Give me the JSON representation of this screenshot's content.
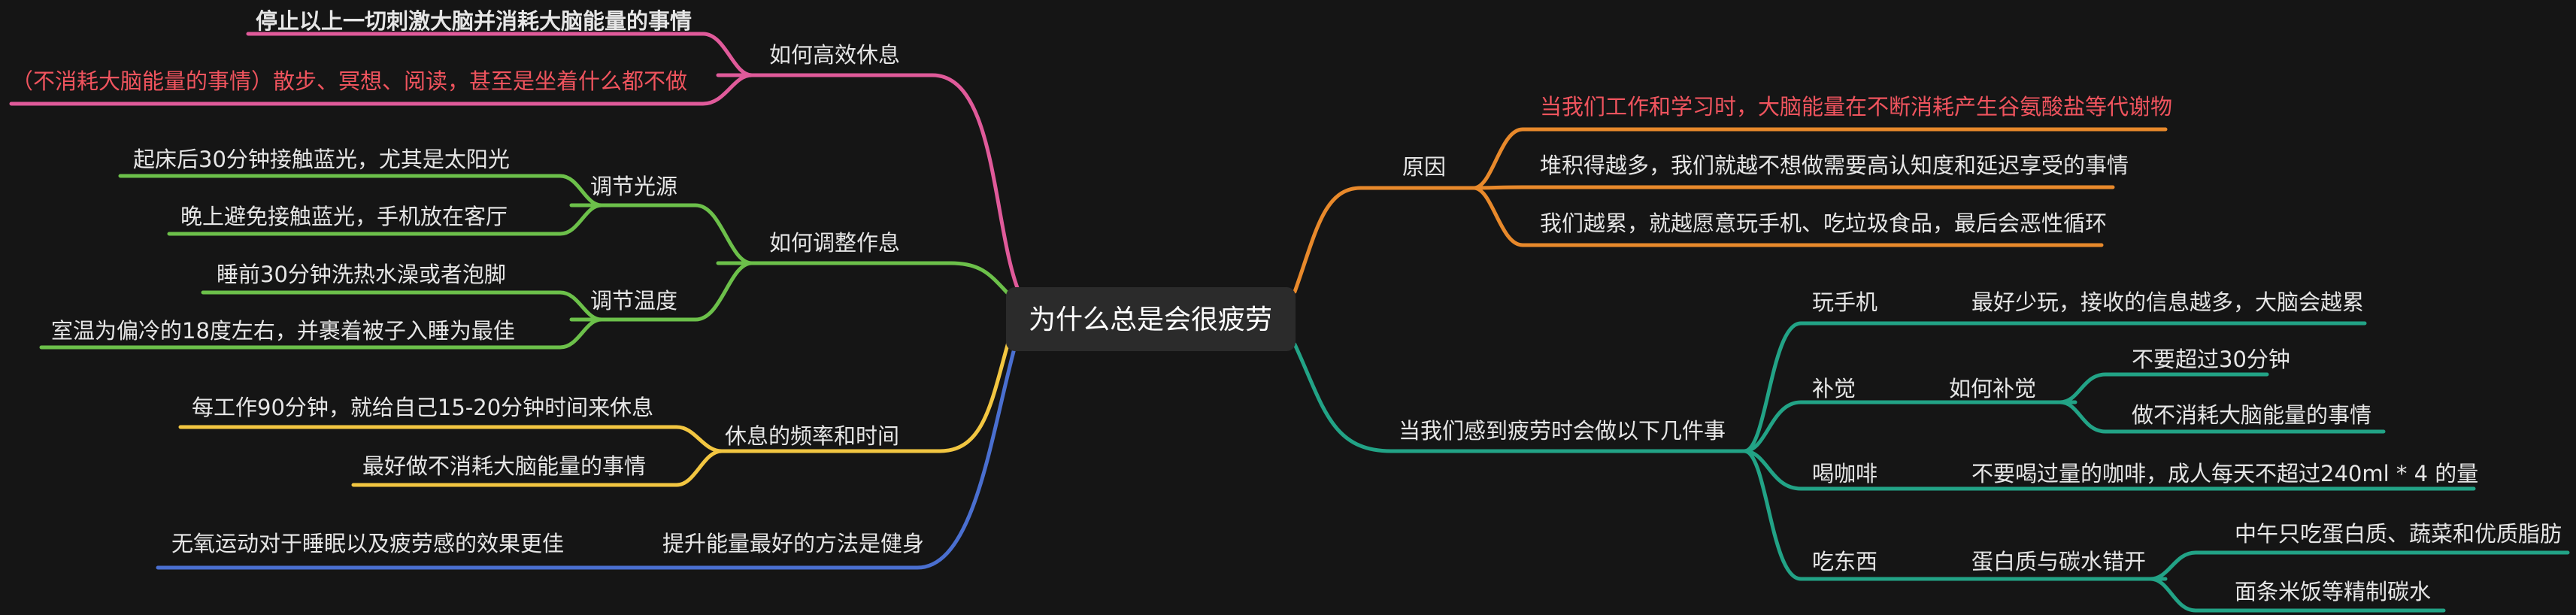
{
  "root": "为什么总是会很疲劳",
  "left": {
    "rest": {
      "label": "如何高效休息",
      "items": [
        "停止以上一切刺激大脑并消耗大脑能量的事情",
        "（不消耗大脑能量的事情）散步、冥想、阅读，甚至是坐着什么都不做"
      ]
    },
    "schedule": {
      "label": "如何调整作息",
      "light": {
        "label": "调节光源",
        "items": [
          "起床后30分钟接触蓝光，尤其是太阳光",
          "晚上避免接触蓝光，手机放在客厅"
        ]
      },
      "temp": {
        "label": "调节温度",
        "items": [
          "睡前30分钟洗热水澡或者泡脚",
          "室温为偏冷的18度左右，并裹着被子入睡为最佳"
        ]
      }
    },
    "frequency": {
      "label": "休息的频率和时间",
      "items": [
        "每工作90分钟，就给自己15-20分钟时间来休息",
        "最好做不消耗大脑能量的事情"
      ]
    },
    "exercise": {
      "label": "提升能量最好的方法是健身",
      "item": "无氧运动对于睡眠以及疲劳感的效果更佳"
    }
  },
  "right": {
    "cause": {
      "label": "原因",
      "items": [
        "当我们工作和学习时，大脑能量在不断消耗产生谷氨酸盐等代谢物",
        "堆积得越多，我们就越不想做需要高认知度和延迟享受的事情",
        "我们越累，就越愿意玩手机、吃垃圾食品，最后会恶性循环"
      ]
    },
    "tired": {
      "label": "当我们感到疲劳时会做以下几件事",
      "phone": {
        "label": "玩手机",
        "detail": "最好少玩，接收的信息越多，大脑会越累"
      },
      "sleep": {
        "label": "补觉",
        "sub": "如何补觉",
        "items": [
          "不要超过30分钟",
          "做不消耗大脑能量的事情"
        ]
      },
      "coffee": {
        "label": "喝咖啡",
        "detail": "不要喝过量的咖啡，成人每天不超过240ml * 4 的量"
      },
      "eat": {
        "label": "吃东西",
        "sub": "蛋白质与碳水错开",
        "items": [
          "中午只吃蛋白质、蔬菜和优质脂肪",
          "面条米饭等精制碳水"
        ]
      }
    }
  },
  "colors": {
    "background": "#151515",
    "root_box": "#2b2b2b",
    "text": "#e6e6e6",
    "red_text": "#f0545e",
    "pink": "#e05a9a",
    "green": "#6cc04a",
    "yellow": "#f2c641",
    "blue": "#4a6fd0",
    "orange": "#e8892b",
    "teal": "#22a386"
  }
}
